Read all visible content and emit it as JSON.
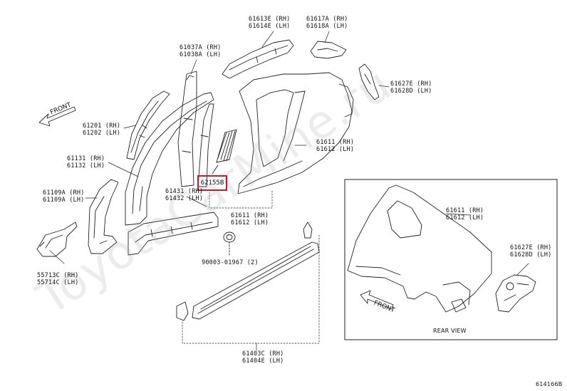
{
  "watermark": "ToyotaCarMine.ru",
  "figure_code": "614166B",
  "highlighted_part": "62155B",
  "front_arrows": [
    "FRONT",
    "FRONT"
  ],
  "inset_caption": "REAR VIEW",
  "labels": {
    "p61613": [
      "61613E (RH)",
      "61614E (LH)"
    ],
    "p61617": [
      "61617A (RH)",
      "61618A (LH)"
    ],
    "p61037": [
      "61037A (RH)",
      "61038A (LH)"
    ],
    "p61627": [
      "61627E (RH)",
      "61628D (LH)"
    ],
    "p61201": [
      "61201 (RH)",
      "61202 (LH)"
    ],
    "p61611a": [
      "61611 (RH)",
      "61612 (LH)"
    ],
    "p61131": [
      "61131 (RH)",
      "61132 (LH)"
    ],
    "p61109": [
      "61109A (RH)",
      "61109A (LH)"
    ],
    "p61431": [
      "61431 (RH)",
      "61432 (LH)"
    ],
    "p61611b": [
      "61611 (RH)",
      "61612 (LH)"
    ],
    "p90003": "90003-01967 (2)",
    "p55713": [
      "55713C (RH)",
      "55714C (LH)"
    ],
    "p61403": [
      "61403C (RH)",
      "61404E (LH)"
    ],
    "inset61611": [
      "61611 (RH)",
      "61612 (LH)"
    ],
    "inset61627": [
      "61627E (RH)",
      "61628D (LH)"
    ]
  }
}
